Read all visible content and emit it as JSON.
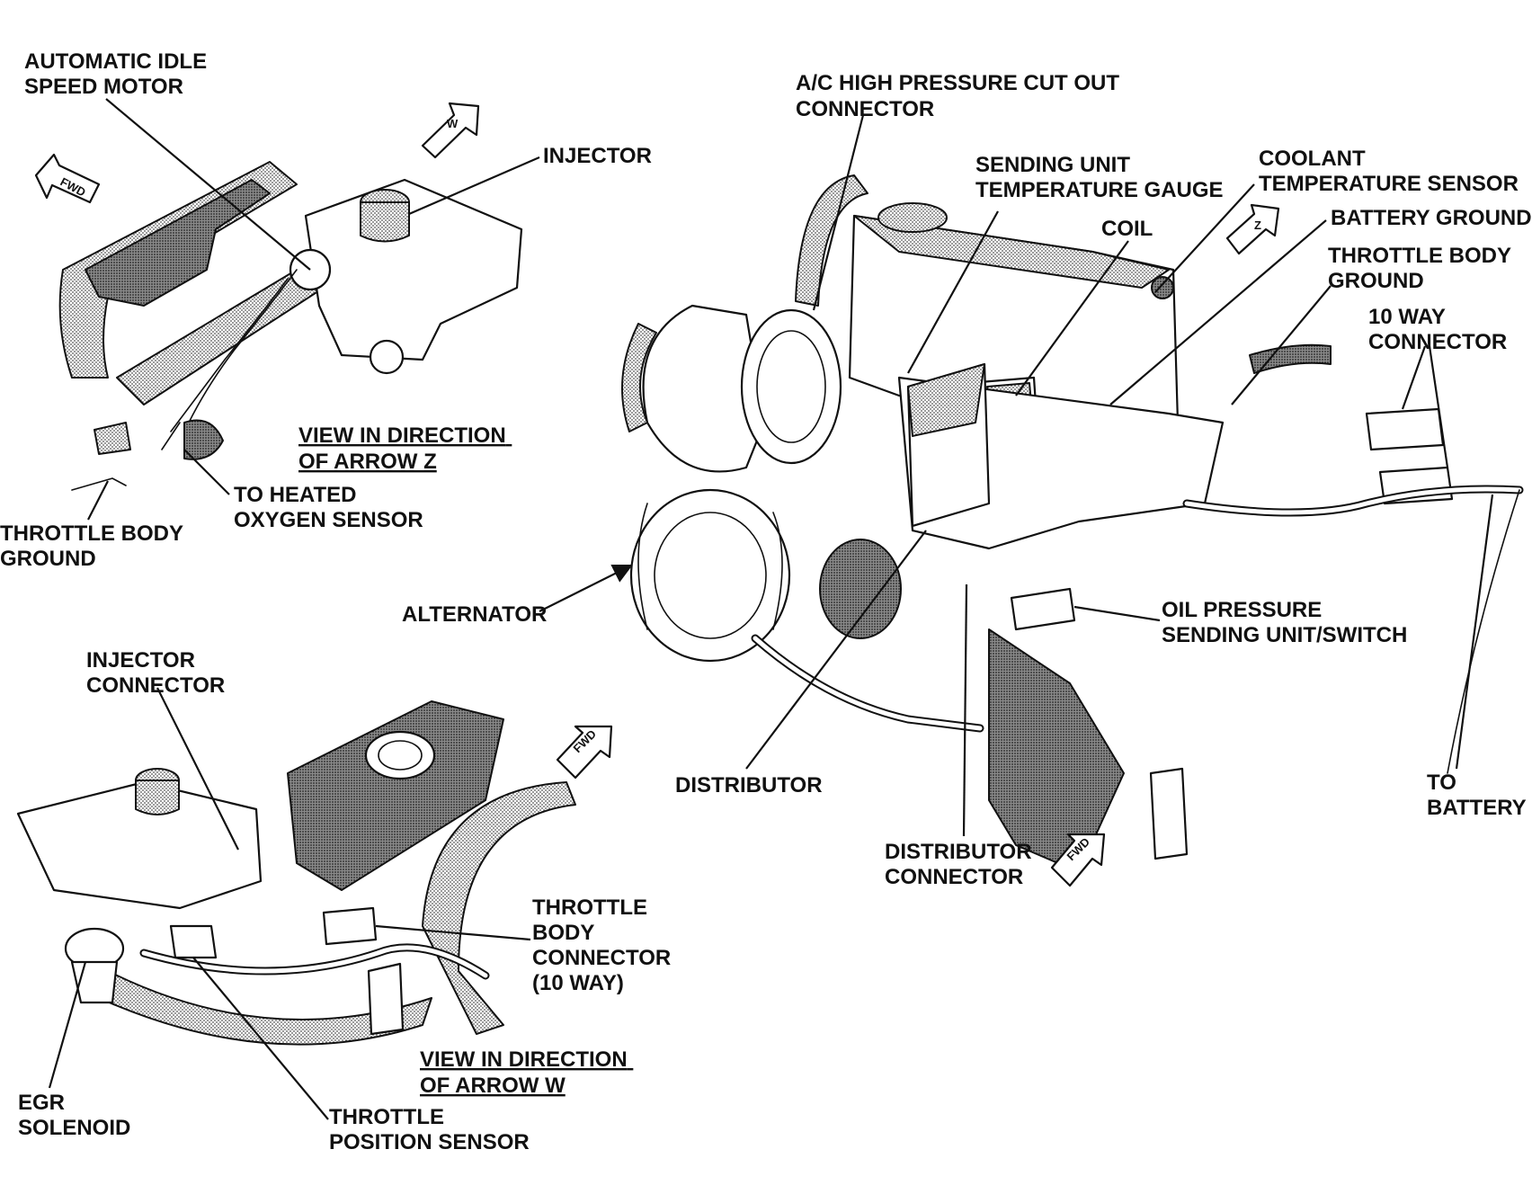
{
  "labels": {
    "automatic_idle_speed_motor": [
      "AUTOMATIC IDLE",
      "SPEED MOTOR"
    ],
    "injector_top": [
      "INJECTOR"
    ],
    "view_arrow_z": [
      "VIEW IN DIRECTION",
      "OF ARROW Z"
    ],
    "to_heated_oxygen_sensor": [
      "TO HEATED",
      "OXYGEN SENSOR"
    ],
    "throttle_body_ground_left": [
      "THROTTLE BODY",
      "GROUND"
    ],
    "ac_high_pressure": [
      "A/C HIGH PRESSURE CUT OUT",
      "CONNECTOR"
    ],
    "sending_unit_temp_gauge": [
      "SENDING UNIT",
      "TEMPERATURE GAUGE"
    ],
    "coolant_temp_sensor": [
      "COOLANT",
      "TEMPERATURE SENSOR"
    ],
    "coil": [
      "COIL"
    ],
    "battery_ground": [
      "BATTERY GROUND"
    ],
    "throttle_body_ground_right": [
      "THROTTLE BODY",
      "GROUND"
    ],
    "ten_way_connector": [
      "10 WAY",
      "CONNECTOR"
    ],
    "alternator": [
      "ALTERNATOR"
    ],
    "oil_pressure": [
      "OIL PRESSURE",
      "SENDING UNIT/SWITCH"
    ],
    "injector_connector": [
      "INJECTOR",
      "CONNECTOR"
    ],
    "distributor": [
      "DISTRIBUTOR"
    ],
    "to_battery": [
      "TO",
      "BATTERY"
    ],
    "distributor_connector": [
      "DISTRIBUTOR",
      "CONNECTOR"
    ],
    "throttle_body_connector": [
      "THROTTLE",
      "BODY",
      "CONNECTOR",
      "(10 WAY)"
    ],
    "view_arrow_w": [
      "VIEW IN DIRECTION",
      "OF ARROW W"
    ],
    "egr_solenoid": [
      "EGR",
      "SOLENOID"
    ],
    "throttle_position_sensor": [
      "THROTTLE",
      "POSITION SENSOR"
    ]
  },
  "arrows": {
    "fwd": "FWD",
    "w": "W",
    "z": "Z"
  }
}
